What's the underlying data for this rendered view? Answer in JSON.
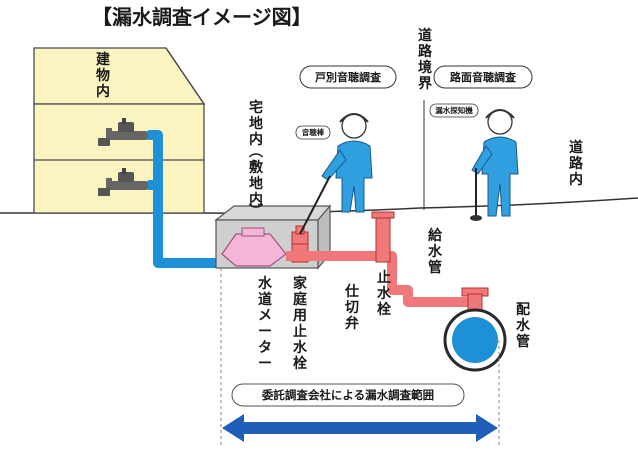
{
  "title": "【漏水調査イメージ図】",
  "labels": {
    "building_interior": "建物内",
    "premises_interior": "宅地内（敷地内）",
    "road_boundary": "道路境界",
    "road_interior": "道路内",
    "water_meter": "水道メーター",
    "household_stopcock": "家庭用止水栓",
    "gate_valve": "仕切弁",
    "stopcock": "止水栓",
    "supply_pipe": "給水管",
    "distribution_pipe": "配水管"
  },
  "bubbles": {
    "individual_listening": "戸別音聴調査",
    "road_listening": "路面音聴調査"
  },
  "tags": {
    "listening_rod": "音聴棒",
    "leak_detector": "漏水探知機"
  },
  "range_label": "委託調査会社による漏水調査範囲",
  "colors": {
    "building": "#fcf4c0",
    "building_stroke": "#4a4a4a",
    "pipe_blue": "#1e90d8",
    "pipe_pink": "#f07878",
    "meter_pink": "#f4b6d6",
    "worker_blue": "#2f9fe0",
    "arrow_blue": "#1f5fb8"
  }
}
